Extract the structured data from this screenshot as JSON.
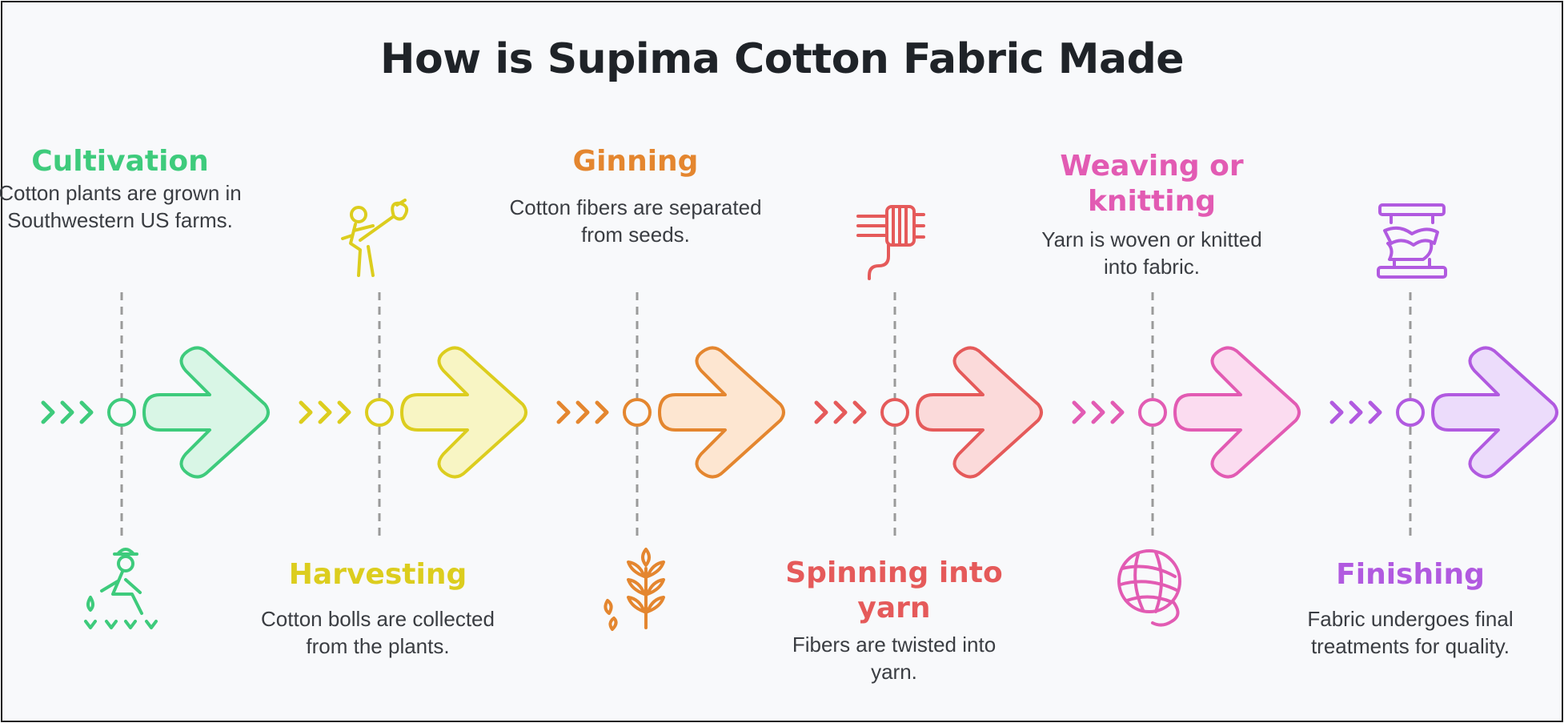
{
  "title": "How is Supima Cotton Fabric Made",
  "steps": [
    {
      "label": "Cultivation",
      "description": "Cotton plants are grown in Southwestern US farms.",
      "color": "#3ecb7c",
      "light": "#d9f6e6",
      "icon": "farmer-planting-icon"
    },
    {
      "label": "Harvesting",
      "description": "Cotton bolls are collected from the plants.",
      "color": "#dccd1e",
      "light": "#f8f5c4",
      "icon": "person-carrying-bundle-icon"
    },
    {
      "label": "Ginning",
      "description": "Cotton fibers are separated from seeds.",
      "color": "#e4862f",
      "light": "#fde6d1",
      "icon": "grain-stalk-icon"
    },
    {
      "label": "Spinning into yarn",
      "description": "Fibers are twisted into yarn.",
      "color": "#e55a5a",
      "light": "#fbdada",
      "icon": "yarn-spool-icon"
    },
    {
      "label": "Weaving or knitting",
      "description": "Yarn is woven or knitted into fabric.",
      "color": "#e25bb3",
      "light": "#fbdcf0",
      "icon": "yarn-ball-icon"
    },
    {
      "label": "Finishing",
      "description": "Fabric undergoes final treatments for quality.",
      "color": "#b15ae0",
      "light": "#ecdcfb",
      "icon": "fabric-press-icon"
    }
  ]
}
